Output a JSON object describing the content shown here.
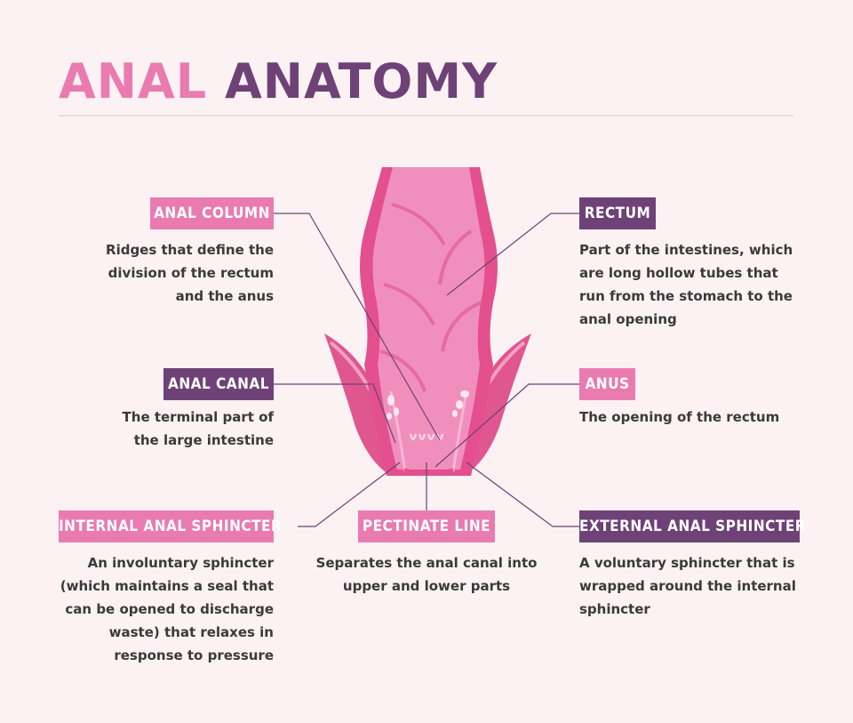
{
  "title": {
    "part1": "ANAL",
    "part2": "ANATOMY"
  },
  "colors": {
    "pink": "#e97bb0",
    "purple": "#6e4276",
    "background": "#fcf1f3",
    "text": "#3a3a3a"
  },
  "labels": {
    "anal_column": {
      "title": "ANAL COLUMN",
      "desc": "Ridges that define the division of the rectum and the anus"
    },
    "rectum": {
      "title": "RECTUM",
      "desc": "Part of the intestines, which are long hollow tubes that run from the stomach to the anal opening"
    },
    "anal_canal": {
      "title": "ANAL CANAL",
      "desc": "The terminal part of the large intestine"
    },
    "anus": {
      "title": "ANUS",
      "desc": "The opening of the rectum"
    },
    "internal_sphincter": {
      "title": "INTERNAL ANAL SPHINCTER",
      "desc": "An involuntary sphincter (which maintains a seal that can be opened to discharge waste) that relaxes in response to pressure"
    },
    "pectinate_line": {
      "title": "PECTINATE LINE",
      "desc": "Separates the anal canal into upper and lower parts"
    },
    "external_sphincter": {
      "title": "EXTERNAL ANAL SPHINCTER",
      "desc": "A voluntary sphincter that is wrapped around the internal sphincter"
    }
  }
}
